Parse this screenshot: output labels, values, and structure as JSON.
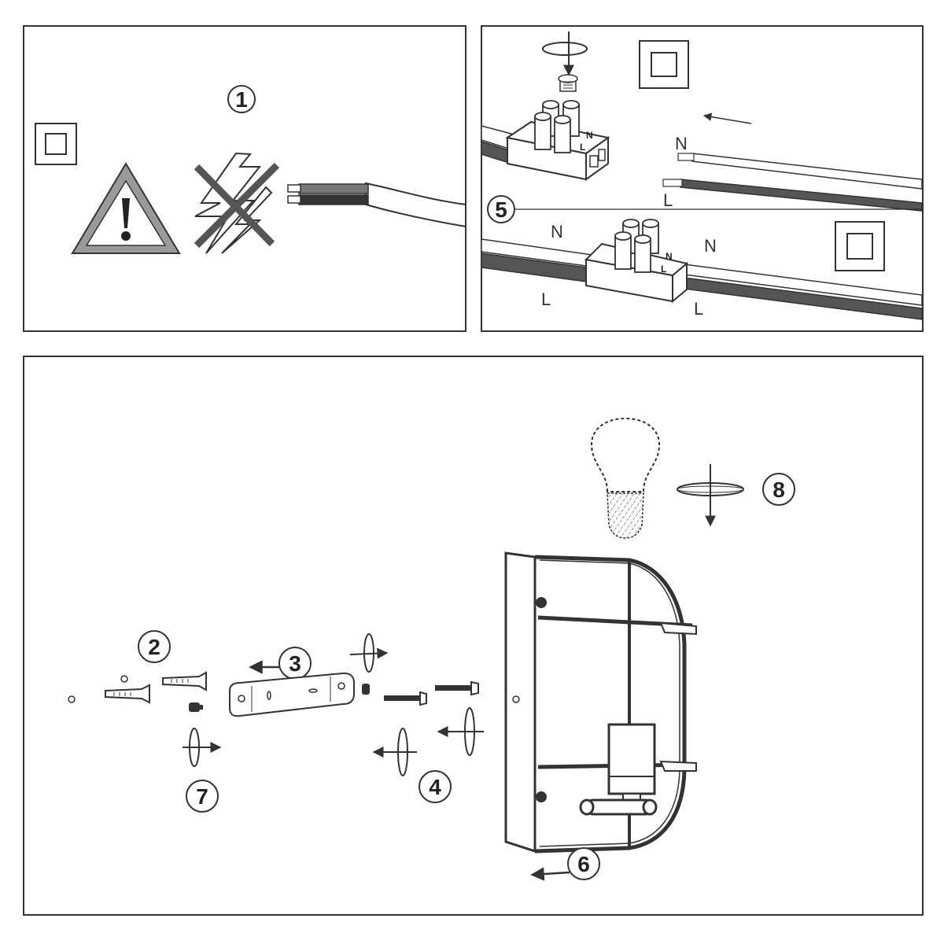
{
  "steps": {
    "s1": "1",
    "s2": "2",
    "s3": "3",
    "s4": "4",
    "s5": "5",
    "s6": "6",
    "s7": "7",
    "s8": "8"
  },
  "wires": {
    "neutral": "N",
    "live": "L"
  },
  "colors": {
    "line": "#333333",
    "dark_wire": "#555555",
    "warning_fill": "#9a9a9a"
  }
}
